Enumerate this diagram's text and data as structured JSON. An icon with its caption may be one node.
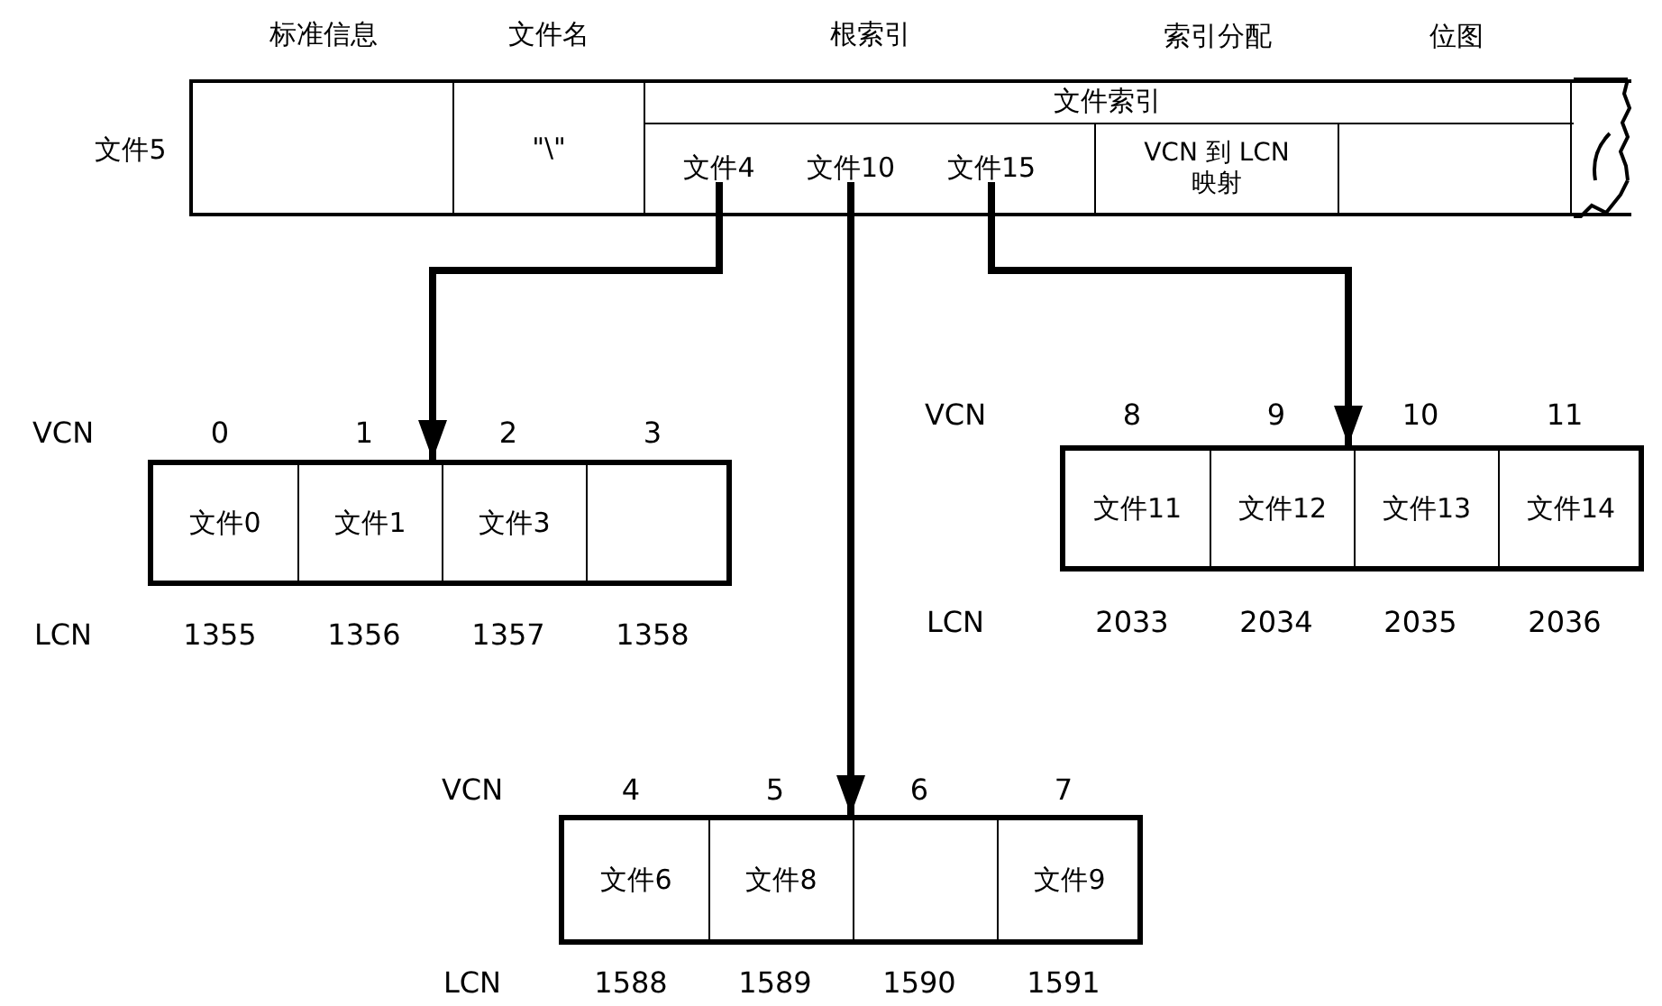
{
  "diagram": {
    "nodes": [
      {
        "text": [],
        "shape": "box",
        "beside": [
          "文件5"
        ]
      },
      {
        "text": [],
        "shape": "box",
        "in": 0,
        "beside": [
          "标准信息"
        ]
      },
      {
        "text": [
          "\"\\\""
        ],
        "in": 0,
        "beside": [
          "文件名"
        ]
      },
      {
        "text": [
          "文件索引"
        ],
        "in": 0,
        "beside": [
          "根索引"
        ]
      },
      {
        "text": [],
        "shape": "box",
        "in": 3
      },
      {
        "text": [
          "文件4"
        ],
        "in": 4
      },
      {
        "text": [
          "文件10"
        ],
        "in": 4
      },
      {
        "text": [
          "文件15"
        ],
        "in": 4
      },
      {
        "text": [
          "VCN 到 LCN 映射"
        ],
        "in": 3,
        "beside": [
          "索引分配"
        ]
      },
      {
        "text": [],
        "shape": "box",
        "in": 3,
        "beside": [
          "位图"
        ]
      },
      {
        "text": [],
        "shape": "box"
      },
      {
        "text": [
          "文件0"
        ],
        "in": 10
      },
      {
        "text": [
          "文件1"
        ],
        "in": 10
      },
      {
        "text": [
          "文件3"
        ],
        "in": 10
      },
      {
        "text": [],
        "shape": "box",
        "in": 10
      },
      {
        "text": [],
        "shape": "box"
      },
      {
        "text": [
          "文件11"
        ],
        "in": 15
      },
      {
        "text": [
          "文件12"
        ],
        "in": 15
      },
      {
        "text": [
          "文件13"
        ],
        "in": 15
      },
      {
        "text": [
          "文件14"
        ],
        "in": 15
      },
      {
        "text": [],
        "shape": "box"
      },
      {
        "text": [
          "文件6"
        ],
        "in": 20
      },
      {
        "text": [
          "文件8"
        ],
        "in": 20
      },
      {
        "text": [],
        "shape": "box",
        "in": 20
      },
      {
        "text": [
          "文件9"
        ],
        "in": 20
      }
    ],
    "edges": [
      {
        "from": 5,
        "to": 10,
        "arrow": "to"
      },
      {
        "from": 6,
        "to": 20,
        "arrow": "to"
      },
      {
        "from": 7,
        "to": 15,
        "arrow": "to"
      }
    ],
    "labels": [
      "VCN",
      "0",
      "1",
      "2",
      "3",
      "VCN",
      "8",
      "9",
      "10",
      "11",
      "LCN",
      "1355",
      "1356",
      "1357",
      "1358",
      "LCN",
      "2033",
      "2034",
      "2035",
      "2036",
      "VCN",
      "4",
      "5",
      "6",
      "7",
      "LCN",
      "1588",
      "1589",
      "1590",
      "1591"
    ]
  }
}
